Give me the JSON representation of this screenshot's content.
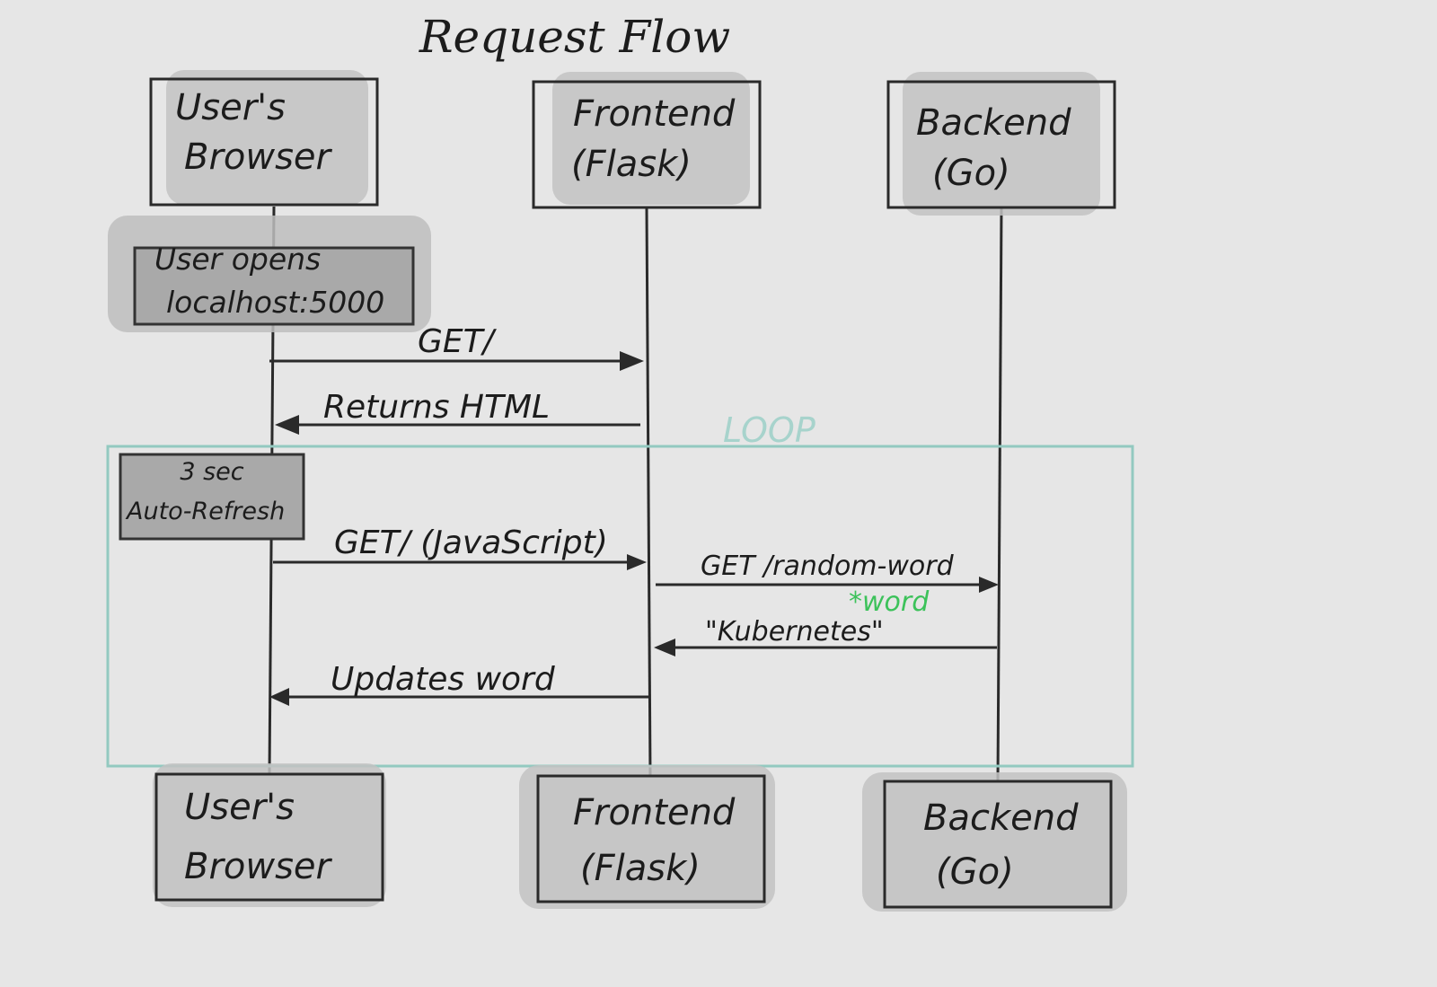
{
  "title": "Request Flow",
  "participants": [
    {
      "id": "browser",
      "line1": "User's",
      "line2": "Browser"
    },
    {
      "id": "frontend",
      "line1": "Frontend",
      "line2": "(Flask)"
    },
    {
      "id": "backend",
      "line1": "Backend",
      "line2": "(Go)"
    }
  ],
  "notes": {
    "opens": {
      "line1": "User opens",
      "line2": "localhost:5000"
    },
    "refresh": {
      "line1": "3 sec",
      "line2": "Auto-Refresh"
    }
  },
  "loop": {
    "label": "LOOP"
  },
  "messages": [
    {
      "id": "get-root",
      "from": "browser",
      "to": "frontend",
      "label": "GET/"
    },
    {
      "id": "returns-html",
      "from": "frontend",
      "to": "browser",
      "label": "Returns HTML"
    },
    {
      "id": "get-js",
      "from": "browser",
      "to": "frontend",
      "label": "GET/ (JavaScript)"
    },
    {
      "id": "get-random-word",
      "from": "frontend",
      "to": "backend",
      "label": "GET /random-word"
    },
    {
      "id": "kubernetes",
      "from": "backend",
      "to": "frontend",
      "label": "\"Kubernetes\""
    },
    {
      "id": "updates-word",
      "from": "frontend",
      "to": "browser",
      "label": "Updates word"
    }
  ],
  "annotation": {
    "label": "*word"
  },
  "colors": {
    "loop": "#93c9c0",
    "annotation": "#3cc25a",
    "ink": "#2a2a2a"
  }
}
